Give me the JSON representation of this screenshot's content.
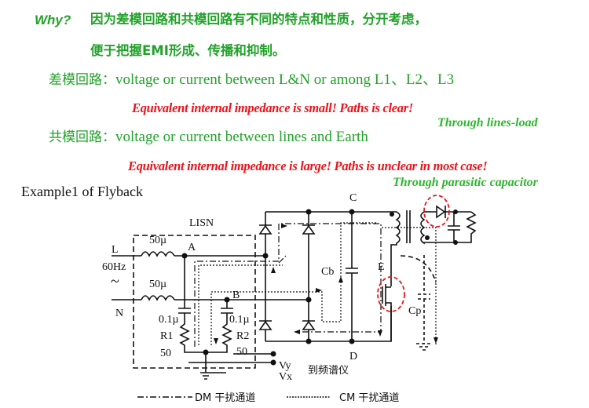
{
  "intro": {
    "why_label": "Why?",
    "line1": "因为差模回路和共模回路有不同的特点和性质，分开考虑，",
    "line2": "便于把握EMI形成、传播和抑制。"
  },
  "dm": {
    "label": "差模回路：",
    "desc": "voltage or current between L&N or among L1、L2、L3",
    "note": "Equivalent internal impedance is small! Paths is clear!",
    "path": "Through lines-load"
  },
  "cm": {
    "label": "共模回路：",
    "desc": "voltage or current between lines and Earth",
    "note": "Equivalent internal impedance is large! Paths is unclear in most case!",
    "path": "Through parasitic capacitor"
  },
  "example_title": "Example1 of Flyback",
  "circuit": {
    "lisn": "LISN",
    "L": "L",
    "N": "N",
    "freq": "60Hz",
    "ac": "~",
    "ind1": "50µ",
    "ind2": "50µ",
    "A": "A",
    "B": "B",
    "C": "C",
    "D": "D",
    "E": "E",
    "cap1": "0.1µ",
    "cap2": "0.1µ",
    "r1": "R1",
    "r1v": "50",
    "r2": "R2",
    "r2v": "50",
    "cb": "Cb",
    "cp": "Cp",
    "vy": "Vy",
    "vx": "Vx",
    "analyzer": "到频谱仪"
  },
  "legend": {
    "dm": "DM 干扰通道",
    "cm": "CM 干扰通道"
  },
  "colors": {
    "green": "#22a22a",
    "red": "#e8141c"
  }
}
